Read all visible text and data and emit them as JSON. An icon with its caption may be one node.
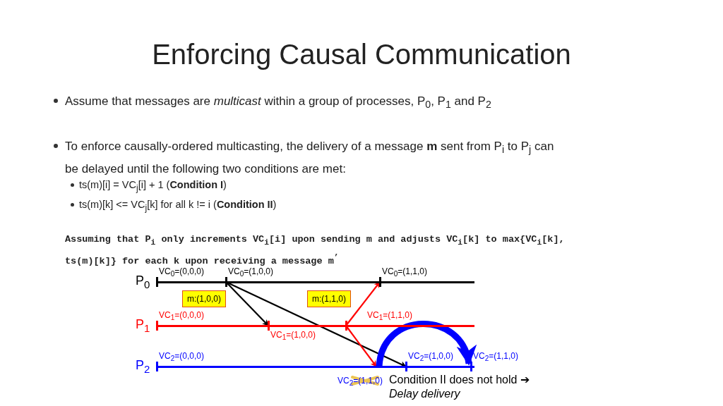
{
  "diagram": {
    "title": "Enforcing Causal Communication",
    "nodes": [
      {
        "text": [
          "P$_{0}$"
        ]
      },
      {
        "text": [
          "P$_{1}$"
        ]
      },
      {
        "text": [
          "P$_{2}$"
        ]
      },
      {
        "text": [
          "VC$_{0}$=(0,0,0)"
        ],
        "in": 0
      },
      {
        "text": [
          "VC$_{0}$=(1,0,0)"
        ],
        "in": 0
      },
      {
        "text": [
          "VC$_{0}$=(1,1,0)"
        ],
        "in": 0
      },
      {
        "text": [
          "VC$_{1}$=(0,0,0)"
        ],
        "in": 1
      },
      {
        "text": [
          "VC$_{1}$=(1,0,0)"
        ],
        "in": 1
      },
      {
        "text": [
          "VC$_{1}$=(1,1,0)"
        ],
        "in": 1
      },
      {
        "text": [
          "VC$_{2}$=(0,0,0)"
        ],
        "in": 2
      },
      {
        "text": [
          "VC$_{2}$=(1,0,0)"
        ],
        "in": 2
      },
      {
        "text": [
          "VC$_{2}$=(1,1,0)"
        ],
        "in": 2
      },
      {
        "text": [
          "VC$_{2}$=(1,1,0)"
        ]
      },
      {
        "text": [
          "m:(1,0,0)"
        ]
      },
      {
        "text": [
          "m:(1,1,0)"
        ]
      }
    ],
    "edges": [
      {
        "from": 4,
        "to": 7,
        "arrow": "to",
        "color": "#000000"
      },
      {
        "from": 4,
        "to": 10,
        "arrow": "to",
        "color": "#000000"
      },
      {
        "from": 8,
        "to": 5,
        "arrow": "to",
        "color": "#ff0000"
      },
      {
        "from": 8,
        "to": 12,
        "arrow": "to",
        "color": "#ff0000"
      },
      {
        "from": 12,
        "to": 11,
        "arrow": "to",
        "style": "thick",
        "color": "#0000ff"
      }
    ],
    "labels": [
      "Assume that messages are *multicast* within a group of processes, P$_{0}$, P$_{1}$ and P$_{2}$",
      "To enforce causally-ordered multicasting, the delivery of a message **m** sent from P$_{i}$ to P$_{j}$ can be delayed until the following two conditions are met:",
      "ts(m)[i] = VC$_{j}$[i] + 1 (**Condition I**)",
      "ts(m)[k] <= VC$_{j}$[k] for all k != i (**Condition II**)",
      "Assuming that P$_{i}$ only increments VC$_{i}$[i] upon sending m and adjusts VC$_{i}$[k] to max{VC$_{i}$[k], ts(m)[k]} for each k upon receiving a message m$^{’}$",
      "Condition II does not hold ➔",
      "Delay delivery"
    ]
  }
}
